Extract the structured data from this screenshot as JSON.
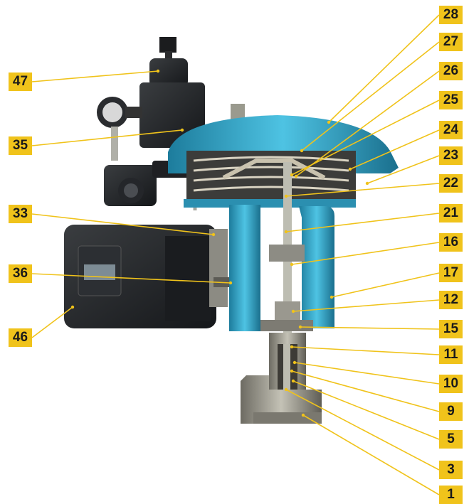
{
  "title": "",
  "colors": {
    "label_bg": "#f0c31b",
    "leader": "#f0c31b",
    "actuator": "#2fa5c8",
    "body_metal": "#9a9a8e"
  },
  "labels_left": [
    {
      "text": "47"
    },
    {
      "text": "35"
    },
    {
      "text": "33"
    },
    {
      "text": "36"
    },
    {
      "text": "46"
    }
  ],
  "labels_right": [
    {
      "text": "28"
    },
    {
      "text": "27"
    },
    {
      "text": "26"
    },
    {
      "text": "25"
    },
    {
      "text": "24"
    },
    {
      "text": "23"
    },
    {
      "text": "22"
    },
    {
      "text": "21"
    },
    {
      "text": "16"
    },
    {
      "text": "17"
    },
    {
      "text": "12"
    },
    {
      "text": "15"
    },
    {
      "text": "11"
    },
    {
      "text": "10"
    },
    {
      "text": "9"
    },
    {
      "text": "5"
    },
    {
      "text": "3"
    },
    {
      "text": "1"
    }
  ]
}
